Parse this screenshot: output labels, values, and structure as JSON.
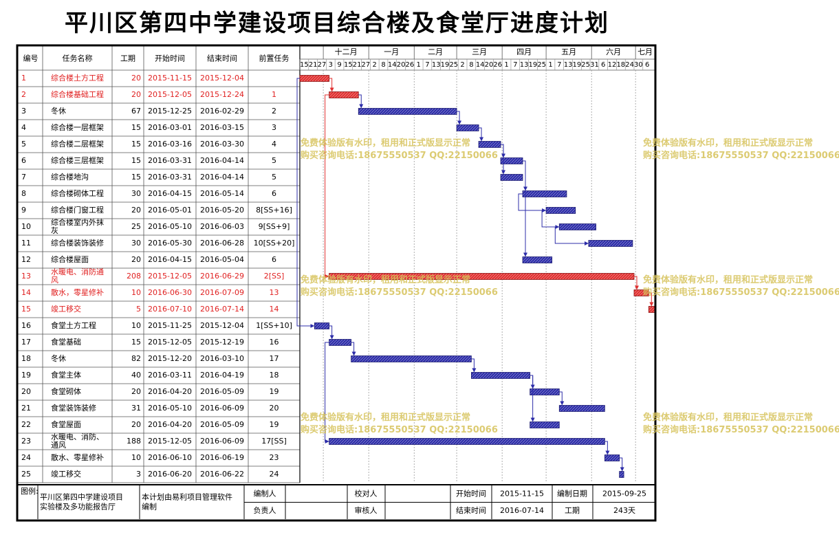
{
  "title": "平川区第四中学建设项目综合楼及食堂厅进度计划",
  "columns": {
    "no": "编号",
    "name": "任务名称",
    "duration": "工期",
    "start": "开始时间",
    "end": "结束时间",
    "pred": "前置任务"
  },
  "months": [
    "十二月",
    "一月",
    "二月",
    "三月",
    "四月",
    "五月",
    "六月",
    "七月"
  ],
  "day_ticks": [
    "15",
    "21",
    "27",
    "3",
    "9",
    "15",
    "21",
    "27",
    "2",
    "8",
    "14",
    "20",
    "26",
    "1",
    "7",
    "13",
    "19",
    "25",
    "2",
    "8",
    "14",
    "20",
    "26",
    "1",
    "7",
    "13",
    "19",
    "25",
    "1",
    "7",
    "13",
    "19",
    "25",
    "31",
    "6",
    "12",
    "18",
    "24",
    "30",
    "6"
  ],
  "tasks": [
    {
      "no": "1",
      "name": "综合楼土方工程",
      "duration": "20",
      "start": "2015-11-15",
      "end": "2015-12-04",
      "pred": "",
      "critical": true
    },
    {
      "no": "2",
      "name": "综合楼基础工程",
      "duration": "20",
      "start": "2015-12-05",
      "end": "2015-12-24",
      "pred": "1",
      "critical": true
    },
    {
      "no": "3",
      "name": "冬休",
      "duration": "67",
      "start": "2015-12-25",
      "end": "2016-02-29",
      "pred": "2",
      "critical": false
    },
    {
      "no": "4",
      "name": "综合楼一层框架",
      "duration": "15",
      "start": "2016-03-01",
      "end": "2016-03-15",
      "pred": "3",
      "critical": false
    },
    {
      "no": "5",
      "name": "综合楼二层框架",
      "duration": "15",
      "start": "2016-03-16",
      "end": "2016-03-30",
      "pred": "4",
      "critical": false
    },
    {
      "no": "6",
      "name": "综合楼三层框架",
      "duration": "15",
      "start": "2016-03-31",
      "end": "2016-04-14",
      "pred": "5",
      "critical": false
    },
    {
      "no": "7",
      "name": "综合楼地沟",
      "duration": "15",
      "start": "2016-03-31",
      "end": "2016-04-14",
      "pred": "5",
      "critical": false
    },
    {
      "no": "8",
      "name": "综合楼砌体工程",
      "duration": "30",
      "start": "2016-04-15",
      "end": "2016-05-14",
      "pred": "6",
      "critical": false
    },
    {
      "no": "9",
      "name": "综合楼门窗工程",
      "duration": "20",
      "start": "2016-05-01",
      "end": "2016-05-20",
      "pred": "8[SS+16]",
      "critical": false
    },
    {
      "no": "10",
      "name": "综合楼室内外抹灰",
      "duration": "25",
      "start": "2016-05-10",
      "end": "2016-06-03",
      "pred": "9[SS+9]",
      "critical": false
    },
    {
      "no": "11",
      "name": "综合楼装饰装修",
      "duration": "30",
      "start": "2016-05-30",
      "end": "2016-06-28",
      "pred": "10[SS+20]",
      "critical": false
    },
    {
      "no": "12",
      "name": "综合楼屋面",
      "duration": "20",
      "start": "2016-04-15",
      "end": "2016-05-04",
      "pred": "6",
      "critical": false
    },
    {
      "no": "13",
      "name": "水暖电、消防通风",
      "duration": "208",
      "start": "2015-12-05",
      "end": "2016-06-29",
      "pred": "2[SS]",
      "critical": true
    },
    {
      "no": "14",
      "name": "散水，零星修补",
      "duration": "10",
      "start": "2016-06-30",
      "end": "2016-07-09",
      "pred": "13",
      "critical": true
    },
    {
      "no": "15",
      "name": "竣工移交",
      "duration": "5",
      "start": "2016-07-10",
      "end": "2016-07-14",
      "pred": "14",
      "critical": true
    },
    {
      "no": "16",
      "name": "食堂土方工程",
      "duration": "10",
      "start": "2015-11-25",
      "end": "2015-12-04",
      "pred": "1[SS+10]",
      "critical": false
    },
    {
      "no": "17",
      "name": "食堂基础",
      "duration": "15",
      "start": "2015-12-05",
      "end": "2015-12-19",
      "pred": "16",
      "critical": false
    },
    {
      "no": "18",
      "name": "冬休",
      "duration": "82",
      "start": "2015-12-20",
      "end": "2016-03-10",
      "pred": "17",
      "critical": false
    },
    {
      "no": "19",
      "name": "食堂主体",
      "duration": "40",
      "start": "2016-03-11",
      "end": "2016-04-19",
      "pred": "18",
      "critical": false
    },
    {
      "no": "20",
      "name": "食堂砌体",
      "duration": "20",
      "start": "2016-04-20",
      "end": "2016-05-09",
      "pred": "19",
      "critical": false
    },
    {
      "no": "21",
      "name": "食堂装饰装修",
      "duration": "31",
      "start": "2016-05-10",
      "end": "2016-06-09",
      "pred": "20",
      "critical": false
    },
    {
      "no": "22",
      "name": "食堂屋面",
      "duration": "20",
      "start": "2016-04-20",
      "end": "2016-05-09",
      "pred": "19",
      "critical": false
    },
    {
      "no": "23",
      "name": "水暖电、消防、通风",
      "duration": "188",
      "start": "2015-12-05",
      "end": "2016-06-09",
      "pred": "17[SS]",
      "critical": false
    },
    {
      "no": "24",
      "name": "散水、零星修补",
      "duration": "10",
      "start": "2016-06-10",
      "end": "2016-06-19",
      "pred": "23",
      "critical": false
    },
    {
      "no": "25",
      "name": "竣工移交",
      "duration": "3",
      "start": "2016-06-20",
      "end": "2016-06-22",
      "pred": "24",
      "critical": false
    }
  ],
  "footer": {
    "legend_label": "图例:",
    "project_name": "平川区第四中学建设项目实验楼及多功能报告厅",
    "software_note": "本计划由易利项目管理软件编制",
    "prepared_by_label": "编制人",
    "checked_by_label": "校对人",
    "start_label": "开始时间",
    "start_value": "2015-11-15",
    "date_label": "编制日期",
    "date_value": "2015-09-25",
    "responsible_label": "负责人",
    "reviewed_by_label": "审核人",
    "end_label": "结束时间",
    "end_value": "2016-07-14",
    "duration_label": "工期",
    "duration_value": "243天"
  },
  "watermark": {
    "line1": "免费体验版有水印，租用和正式版显示正常",
    "line2": "购买咨询电话:18675550537 QQ:22150066"
  },
  "colors": {
    "critical": "#e03030",
    "normal": "#2c2ca8",
    "critical_text": "#e02020",
    "watermark": "#d6c25a"
  }
}
